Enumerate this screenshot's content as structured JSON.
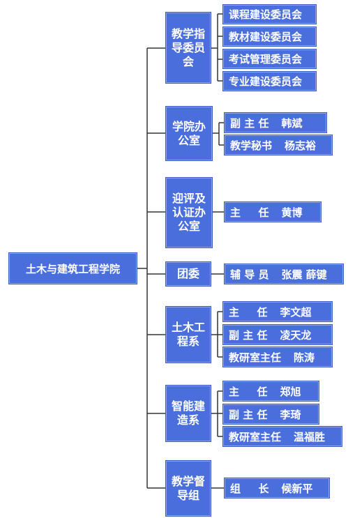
{
  "root": {
    "label": "土木与建筑工程学院"
  },
  "colors": {
    "box_fill": "#4a6fdc",
    "box_text": "#ffffff",
    "line": "#333333"
  },
  "departments": [
    {
      "label": "教学指导委员会",
      "members": [
        {
          "role": "课程建设委员会",
          "name": ""
        },
        {
          "role": "教材建设委员会",
          "name": ""
        },
        {
          "role": "考试管理委员会",
          "name": ""
        },
        {
          "role": "专业建设委员会",
          "name": ""
        }
      ]
    },
    {
      "label": "学院办公室",
      "members": [
        {
          "role": "副 主 任",
          "name": "韩斌"
        },
        {
          "role": "教学秘书",
          "name": "杨志裕"
        }
      ]
    },
    {
      "label": "迎评及认证办公室",
      "members": [
        {
          "role": "主 　 任",
          "name": "黄博"
        }
      ]
    },
    {
      "label": "团委",
      "members": [
        {
          "role": "辅 导 员",
          "name": "张震 薛键"
        }
      ]
    },
    {
      "label": "土木工程系",
      "members": [
        {
          "role": "主 　 任",
          "name": "李文超"
        },
        {
          "role": "副 主 任",
          "name": "凌天龙"
        },
        {
          "role": "教研室主任",
          "name": "陈涛"
        }
      ]
    },
    {
      "label": "智能建造系",
      "members": [
        {
          "role": "主 　 任",
          "name": "郑旭"
        },
        {
          "role": "副 主 任",
          "name": "李琦"
        },
        {
          "role": "教研室主任",
          "name": "温福胜"
        }
      ]
    },
    {
      "label": "教学督导组",
      "members": [
        {
          "role": "组 　 长",
          "name": "候新平"
        }
      ]
    }
  ]
}
